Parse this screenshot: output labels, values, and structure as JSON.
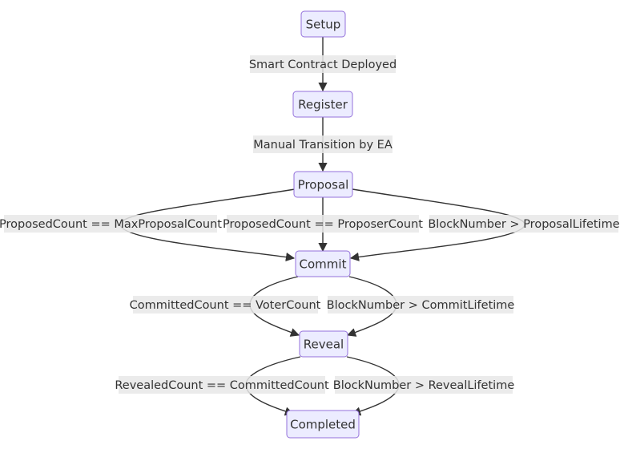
{
  "diagram": {
    "nodes": {
      "setup": "Setup",
      "register": "Register",
      "proposal": "Proposal",
      "commit": "Commit",
      "reveal": "Reveal",
      "completed": "Completed"
    },
    "edges": {
      "setup_register": "Smart Contract Deployed",
      "register_proposal": "Manual Transition by EA",
      "proposal_commit_max": "ProposedCount == MaxProposalCount",
      "proposal_commit_proposer": "ProposedCount == ProposerCount",
      "proposal_commit_lifetime": "BlockNumber > ProposalLifetime",
      "commit_reveal_voter": "CommittedCount == VoterCount",
      "commit_reveal_lifetime": "BlockNumber > CommitLifetime",
      "reveal_completed_count": "RevealedCount == CommittedCount",
      "reveal_completed_lifetime": "BlockNumber > RevealLifetime"
    }
  }
}
